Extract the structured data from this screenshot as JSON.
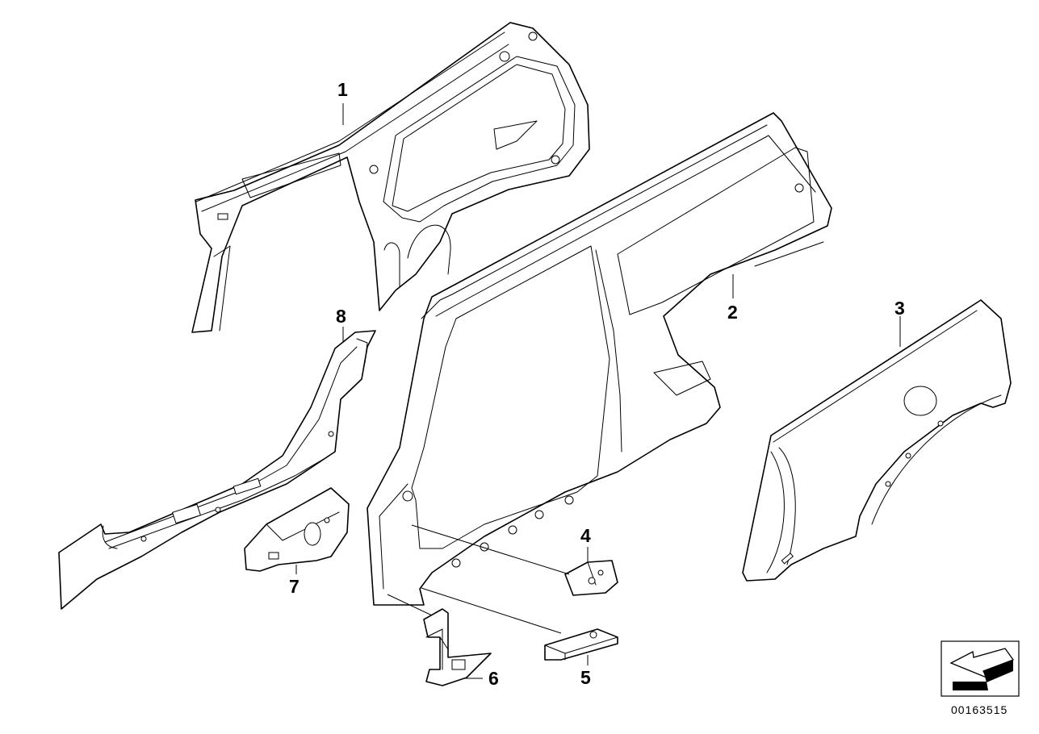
{
  "callouts": {
    "p1": "1",
    "p2": "2",
    "p3": "3",
    "p4": "4",
    "p5": "5",
    "p6": "6",
    "p7": "7",
    "p8": "8"
  },
  "document_id": "00163515",
  "orientation_icon": "front-direction-arrow-icon"
}
